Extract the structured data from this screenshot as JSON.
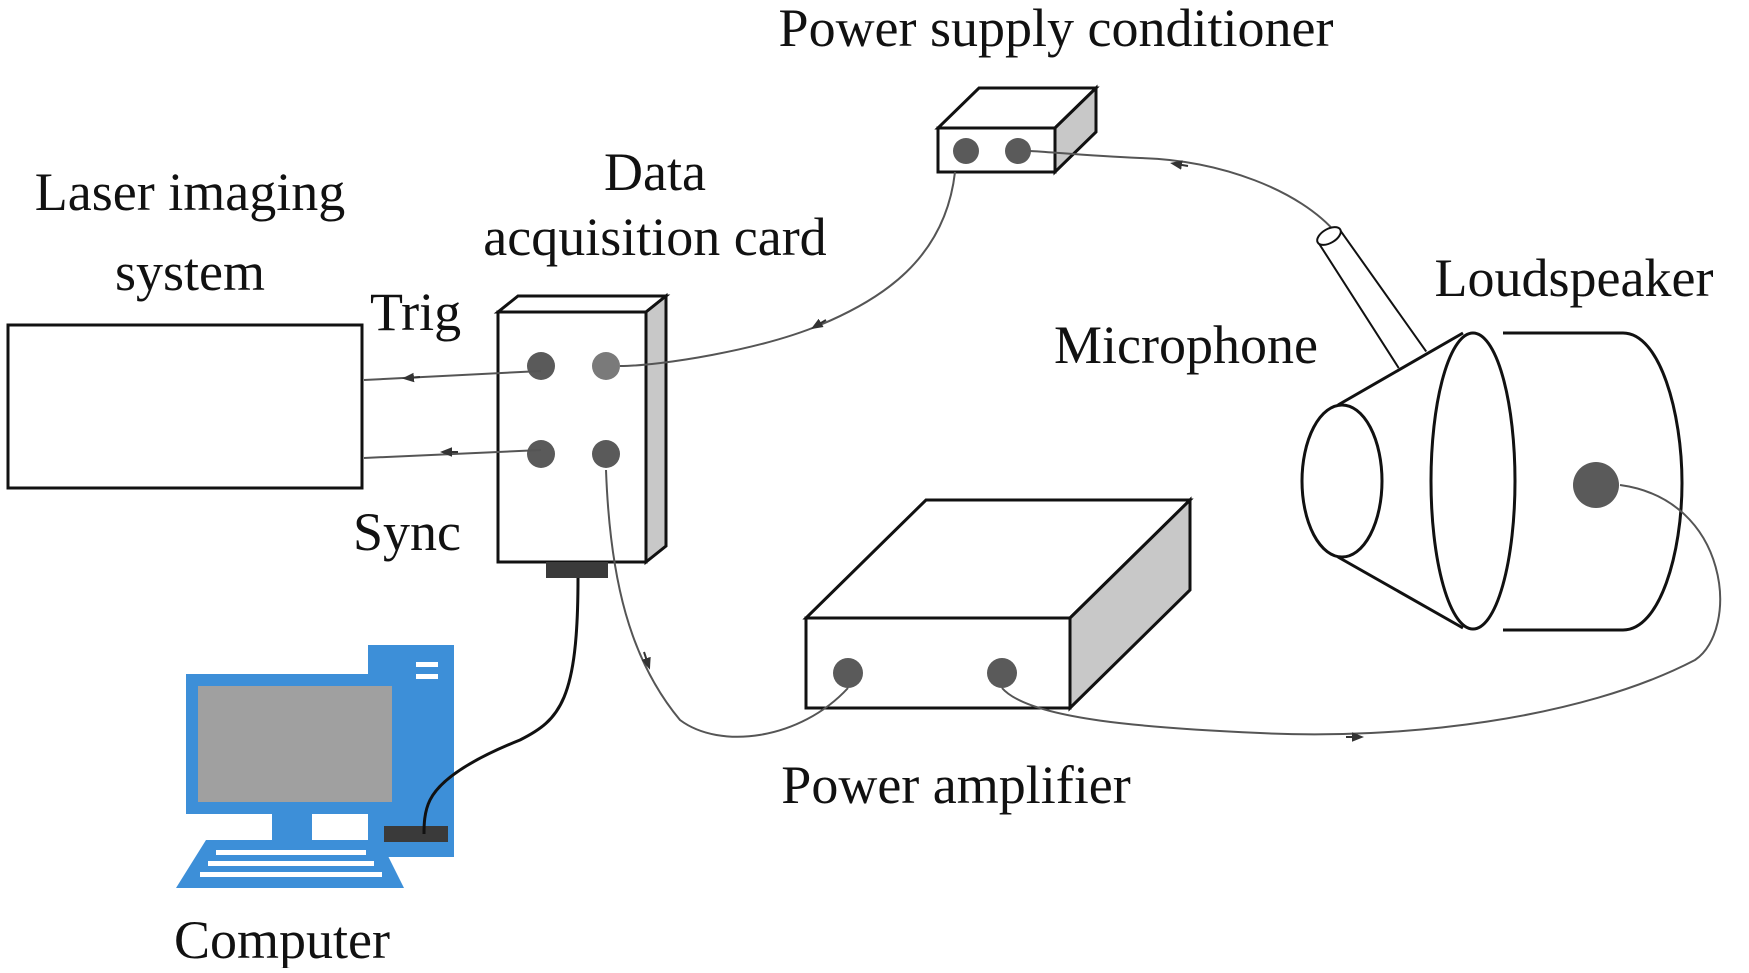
{
  "labels": {
    "laser_imaging_line1": "Laser imaging",
    "laser_imaging_line2": "system",
    "daq_line1": "Data",
    "daq_line2": "acquisition card",
    "trig": "Trig",
    "sync": "Sync",
    "power_supply_conditioner": "Power supply conditioner",
    "microphone": "Microphone",
    "loudspeaker": "Loudspeaker",
    "power_amplifier": "Power amplifier",
    "computer": "Computer"
  },
  "colors": {
    "line": "#111111",
    "wire": "#555555",
    "port": "#5a5a5a",
    "box_side": "#c8c8c8",
    "monitor_blue": "#3d8fd8",
    "screen_grey": "#a0a0a0",
    "connector": "#3a3a3a"
  },
  "icons": {
    "computer": "desktop-computer-icon",
    "loudspeaker": "loudspeaker-icon",
    "microphone": "microphone-icon"
  }
}
